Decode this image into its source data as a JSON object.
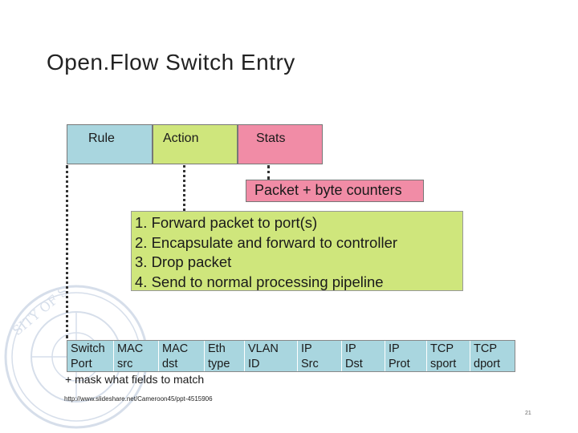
{
  "slide": {
    "title": "Open.Flow Switch Entry",
    "source": "http://www.slideshare.net/Cameroon45/ppt-4515906",
    "page_number": "21"
  },
  "diagram": {
    "header": {
      "rule": "Rule",
      "action": "Action",
      "stats": "Stats"
    },
    "counters": "Packet + byte counters",
    "actions": [
      "1. Forward packet to port(s)",
      "2. Encapsulate and forward to controller",
      "3. Drop packet",
      "4. Send to normal processing pipeline"
    ],
    "fields": [
      "Switch\nPort",
      "MAC\nsrc",
      "MAC\ndst",
      "Eth\ntype",
      "VLAN\nID",
      "IP\nSrc",
      "IP\nDst",
      "IP\nProt",
      "TCP\nsport",
      "TCP\ndport"
    ],
    "mask_note": "+ mask what fields to match"
  },
  "colors": {
    "rule": "#a9d6df",
    "action": "#cfe67c",
    "stats": "#f18ca6"
  }
}
